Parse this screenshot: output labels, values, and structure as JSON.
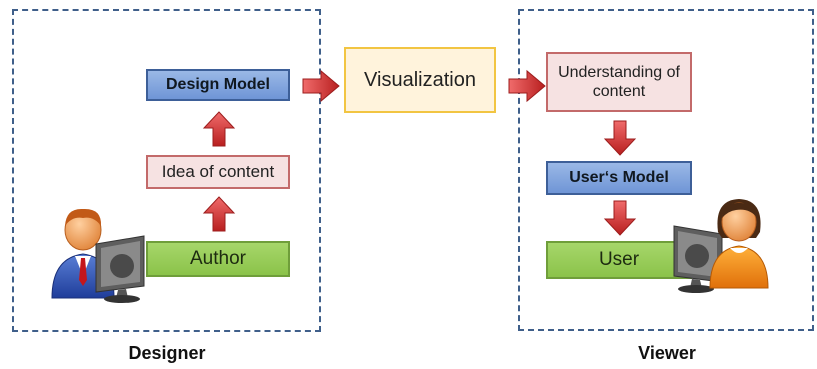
{
  "designer": {
    "label": "Designer",
    "design_model": "Design Model",
    "idea_of_content": "Idea of content",
    "author": "Author"
  },
  "visualization": "Visualization",
  "viewer": {
    "label": "Viewer",
    "understanding": "Understanding of content",
    "users_model": "User‘s Model",
    "user": "User"
  },
  "icons": [
    "designer-person-icon",
    "monitor-icon",
    "viewer-person-icon",
    "arrow-right-icon",
    "arrow-up-icon",
    "arrow-down-icon"
  ],
  "colors": {
    "dashed_border": "#3f5f8a",
    "blue_box": "#6f95d6",
    "pink_box": "#f6e2e2",
    "green_box": "#8bc34a",
    "viz_border": "#f2c542",
    "arrow_red": "#d83a3a"
  }
}
